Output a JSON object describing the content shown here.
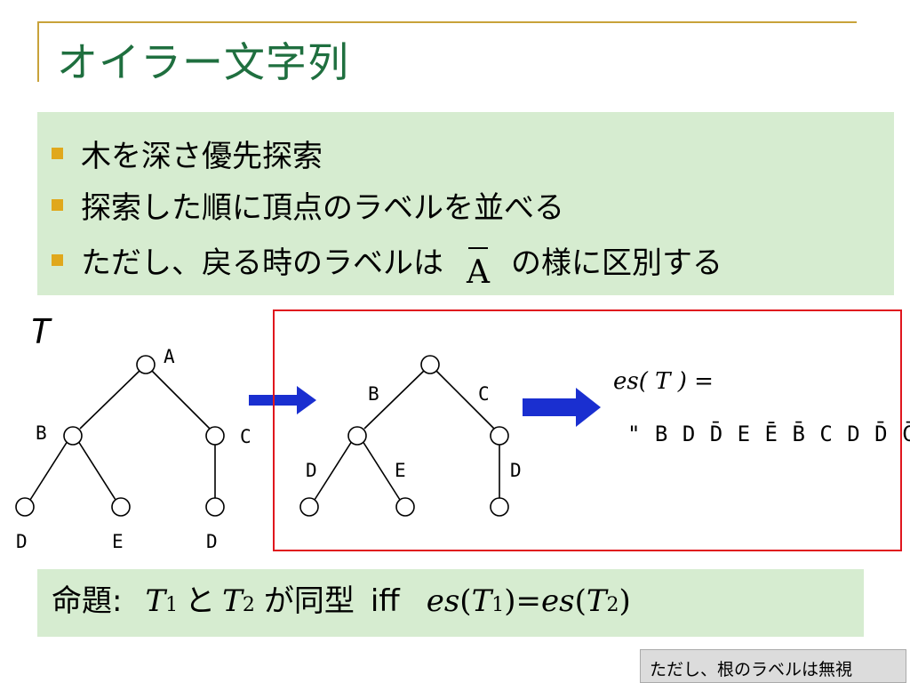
{
  "slide": {
    "title": "オイラー文字列",
    "bullets": [
      {
        "text": "木を深さ優先探索"
      },
      {
        "text": "探索した順に頂点のラベルを並べる"
      },
      {
        "text_before": "ただし、戻る時のラベルは",
        "symbol": "A",
        "text_after": "の様に区別する"
      }
    ]
  },
  "diagram": {
    "tree_label": "T",
    "left_tree_nodes": [
      "A",
      "B",
      "C",
      "D",
      "E",
      "D"
    ],
    "right_tree_nodes": [
      "B",
      "C",
      "D",
      "E",
      "D"
    ],
    "formula_lhs": "es( T ) =",
    "euler_string": [
      "B",
      "D",
      "D̄",
      "E",
      "Ē",
      "B̄",
      "C",
      "D",
      "D̄",
      "C̄"
    ],
    "quote": "\""
  },
  "proposition": {
    "label": "命題",
    "colon": ":",
    "t": "T",
    "one": "1",
    "two": "2",
    "to": "と",
    "isomorphic": "が同型",
    "iff": "iff",
    "es": "es",
    "lparen": "(",
    "rparen": ")",
    "eq": "="
  },
  "note": "ただし、根のラベルは無視",
  "colors": {
    "title": "#1f6f3f",
    "bullet_bg": "#d6ecd0",
    "bullet_mark": "#e0a81c",
    "arrow": "#1a2fd0",
    "frame": "#e0161e",
    "rule": "#c8a23a"
  }
}
